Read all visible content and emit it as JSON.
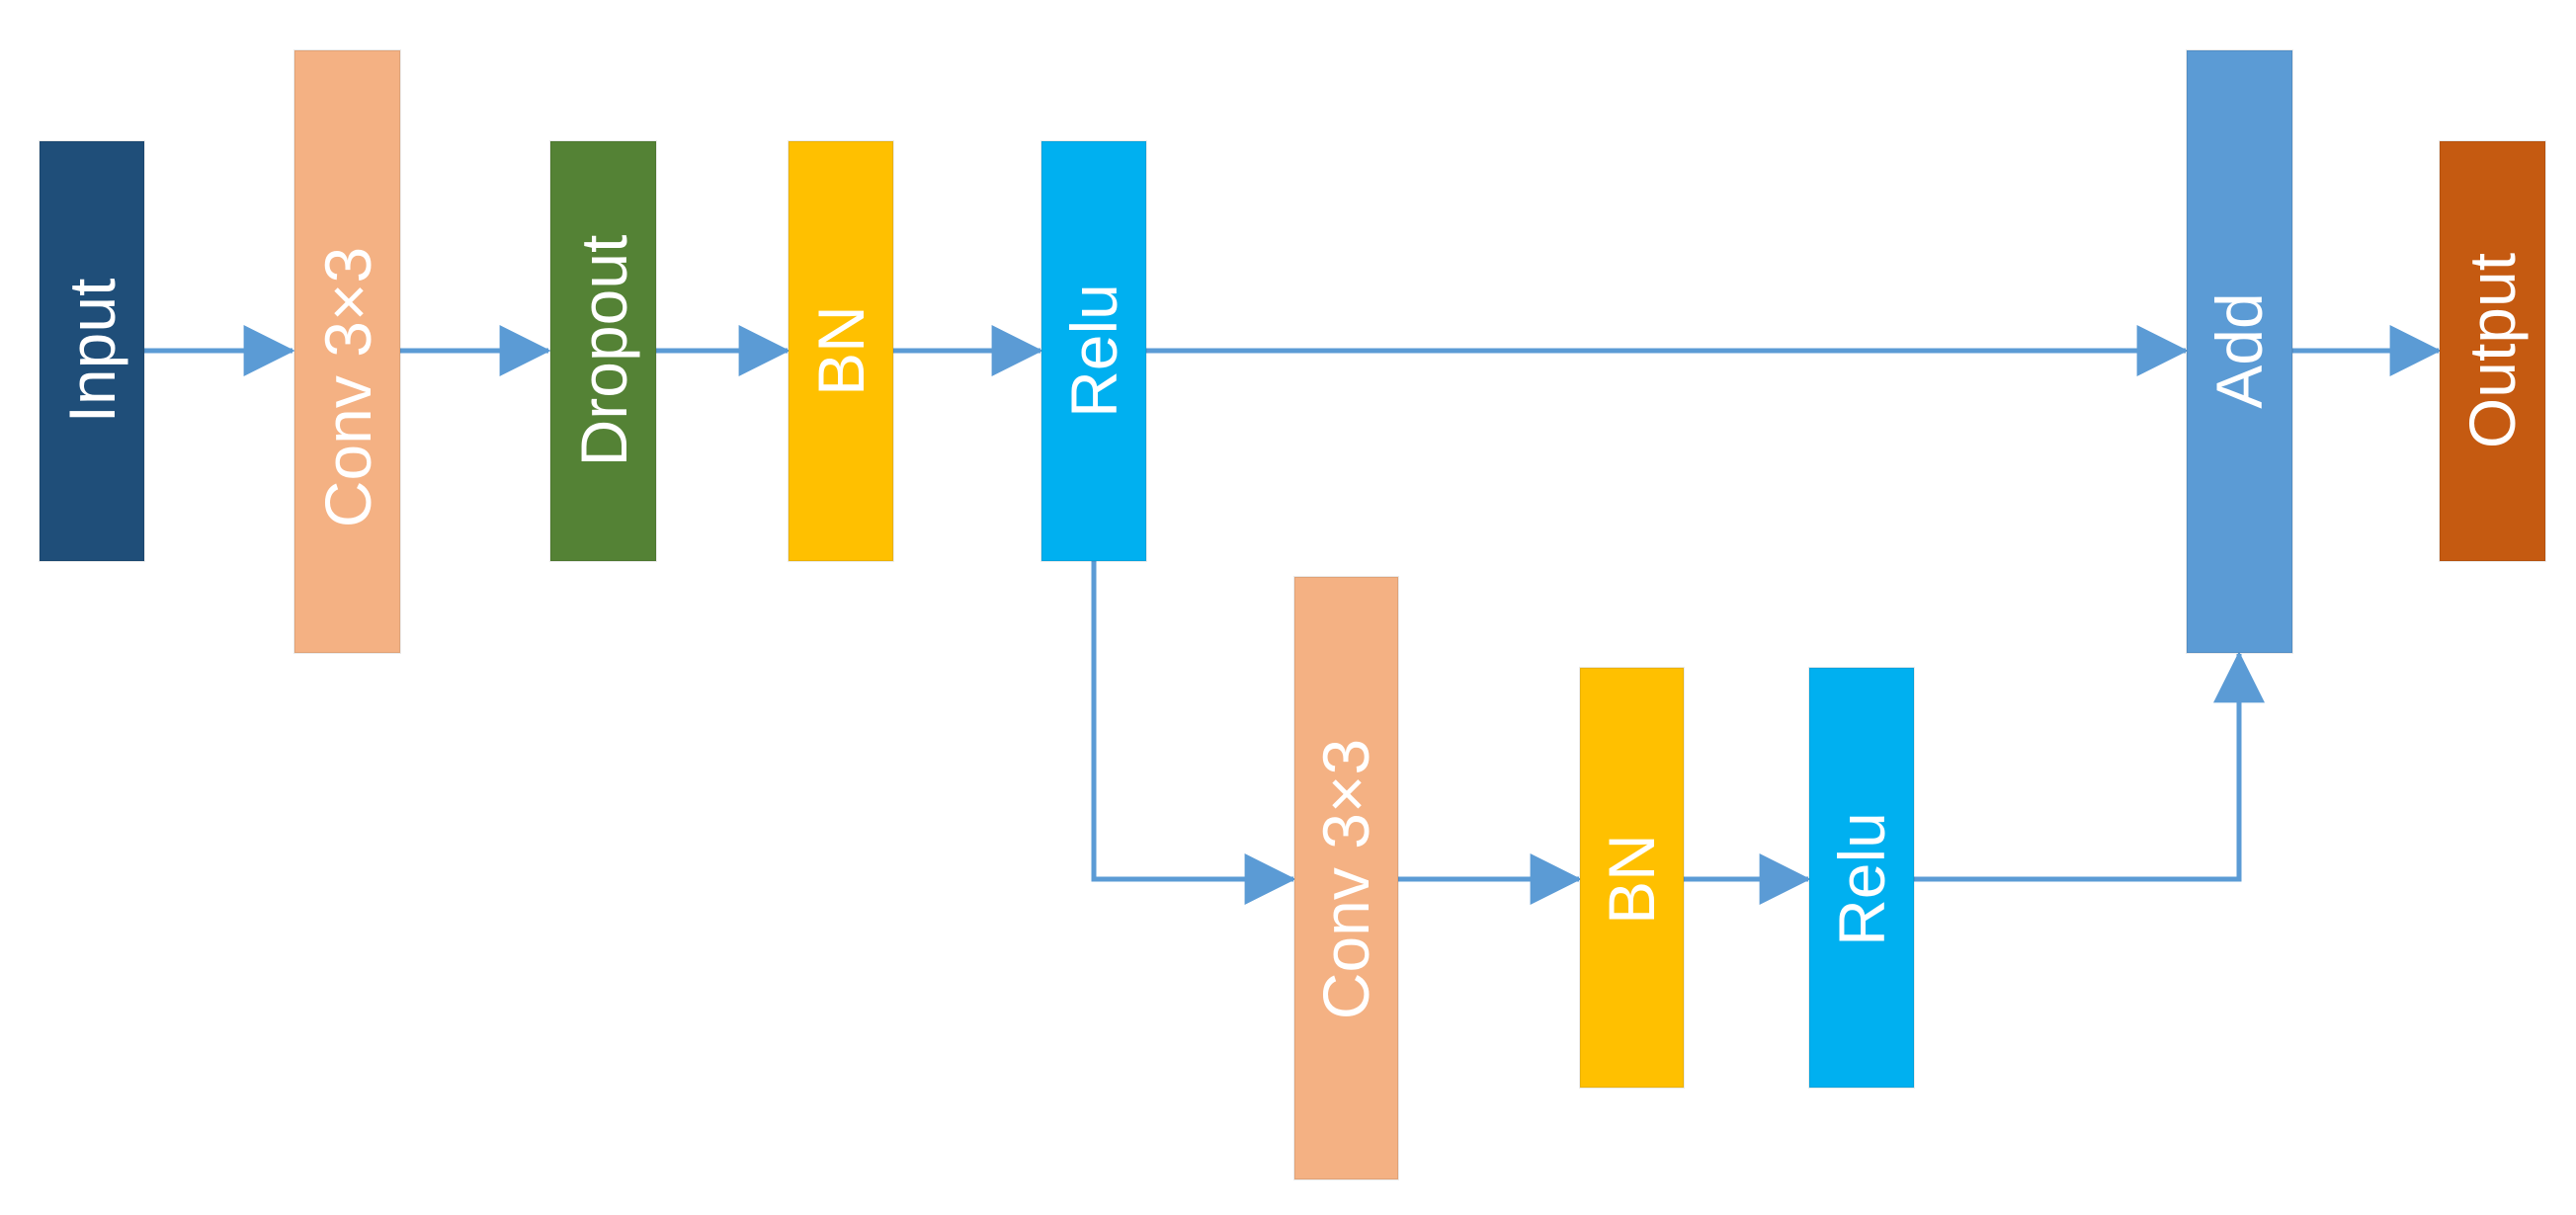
{
  "colors": {
    "arrow": "#5b9bd5",
    "background": "#ffffff"
  },
  "blocks": {
    "input": {
      "label": "Input",
      "color": "#1f4e79"
    },
    "conv1": {
      "label": "Conv  3×3",
      "color": "#f4b183"
    },
    "dropout": {
      "label": "Dropout",
      "color": "#548235"
    },
    "bn1": {
      "label": "BN",
      "color": "#ffc000"
    },
    "relu1": {
      "label": "Relu",
      "color": "#00b0f0"
    },
    "add": {
      "label": "Add",
      "color": "#5b9bd5"
    },
    "output": {
      "label": "Output",
      "color": "#c55a11"
    },
    "conv2": {
      "label": "Conv  3×3",
      "color": "#f4b183"
    },
    "bn2": {
      "label": "BN",
      "color": "#ffc000"
    },
    "relu2": {
      "label": "Relu",
      "color": "#00b0f0"
    }
  },
  "edges": [
    {
      "from": "input",
      "to": "conv1"
    },
    {
      "from": "conv1",
      "to": "dropout"
    },
    {
      "from": "dropout",
      "to": "bn1"
    },
    {
      "from": "bn1",
      "to": "relu1"
    },
    {
      "from": "relu1",
      "to": "add"
    },
    {
      "from": "add",
      "to": "output"
    },
    {
      "from": "relu1",
      "to": "conv2"
    },
    {
      "from": "conv2",
      "to": "bn2"
    },
    {
      "from": "bn2",
      "to": "relu2"
    },
    {
      "from": "relu2",
      "to": "add"
    }
  ]
}
